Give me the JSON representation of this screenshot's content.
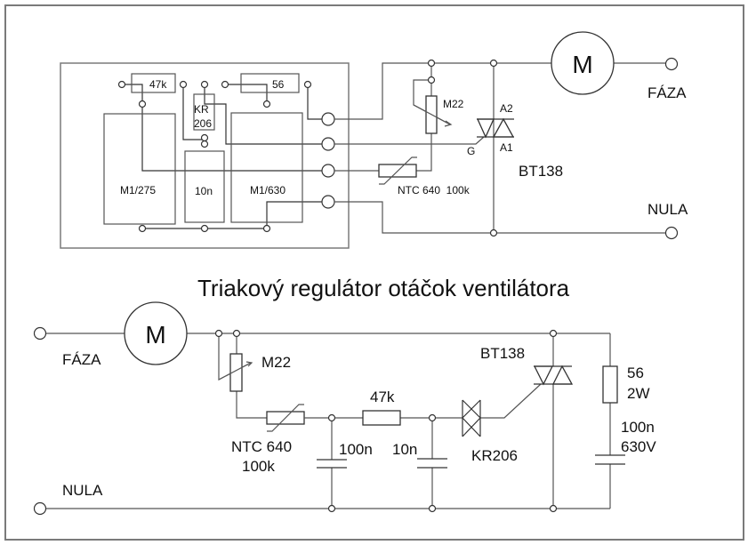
{
  "title": "Triakový regulátor otáčok ventilátora",
  "colors": {
    "line": "#333333",
    "frame": "#7a7a7a",
    "text": "#111111",
    "background": "#ffffff"
  },
  "pcb_layout": {
    "resistor_47k": "47k",
    "resistor_56": "56",
    "diac_line1": "KR",
    "diac_line2": "206",
    "cap_m1_275": "M1/275",
    "cap_10n": "10n",
    "cap_m1_630": "M1/630"
  },
  "top_schematic": {
    "motor": "M",
    "faza": "FÁZA",
    "nula": "NULA",
    "pot": "M22",
    "triac_a2": "A2",
    "triac_a1": "A1",
    "triac_g": "G",
    "triac": "BT138",
    "ntc": "NTC 640  100k"
  },
  "bottom_schematic": {
    "motor": "M",
    "faza": "FÁZA",
    "nula": "NULA",
    "pot": "M22",
    "ntc_line1": "NTC 640",
    "ntc_line2": "100k",
    "cap_100n": "100n",
    "resistor_47k": "47k",
    "cap_10n": "10n",
    "diac": "KR206",
    "triac": "BT138",
    "snubber_r_line1": "56",
    "snubber_r_line2": "2W",
    "snubber_c_line1": "100n",
    "snubber_c_line2": "630V"
  }
}
